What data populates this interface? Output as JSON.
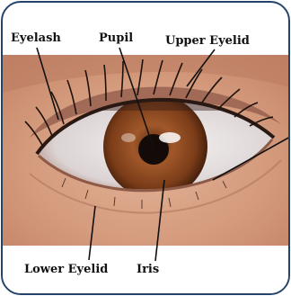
{
  "labels": {
    "eyelash": "Eyelash",
    "pupil": "Pupil",
    "upper_eyelid": "Upper Eyelid",
    "lower_eyelid": "Lower Eyelid",
    "iris": "Iris"
  },
  "colors": {
    "frame": "#24436b",
    "skin": "#d8a286",
    "iris": "#8a4a22",
    "pupil": "#140b08",
    "sclera": "#eceaea"
  }
}
